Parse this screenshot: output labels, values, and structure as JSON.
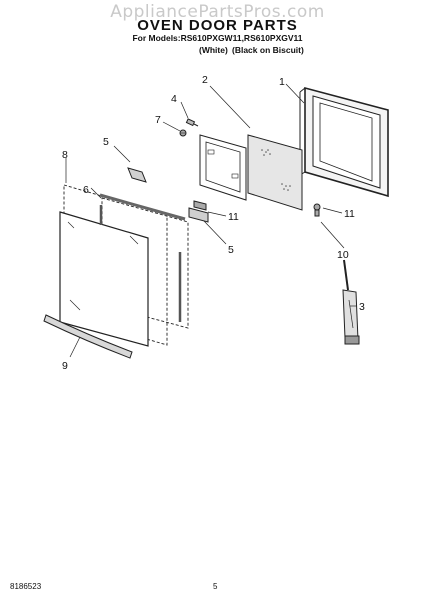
{
  "header": {
    "watermark": "AppliancePartsPros.com",
    "title": "OVEN DOOR PARTS",
    "models": "For Models:RS610PXGW11,RS610PXGV11",
    "color_white": "(White)",
    "color_black": "(Black on Biscuit)"
  },
  "callouts": [
    "1",
    "2",
    "3",
    "4",
    "5",
    "5",
    "6",
    "7",
    "8",
    "9",
    "10",
    "11",
    "11"
  ],
  "footer": {
    "doc_number": "8186523",
    "page_number": "5"
  }
}
